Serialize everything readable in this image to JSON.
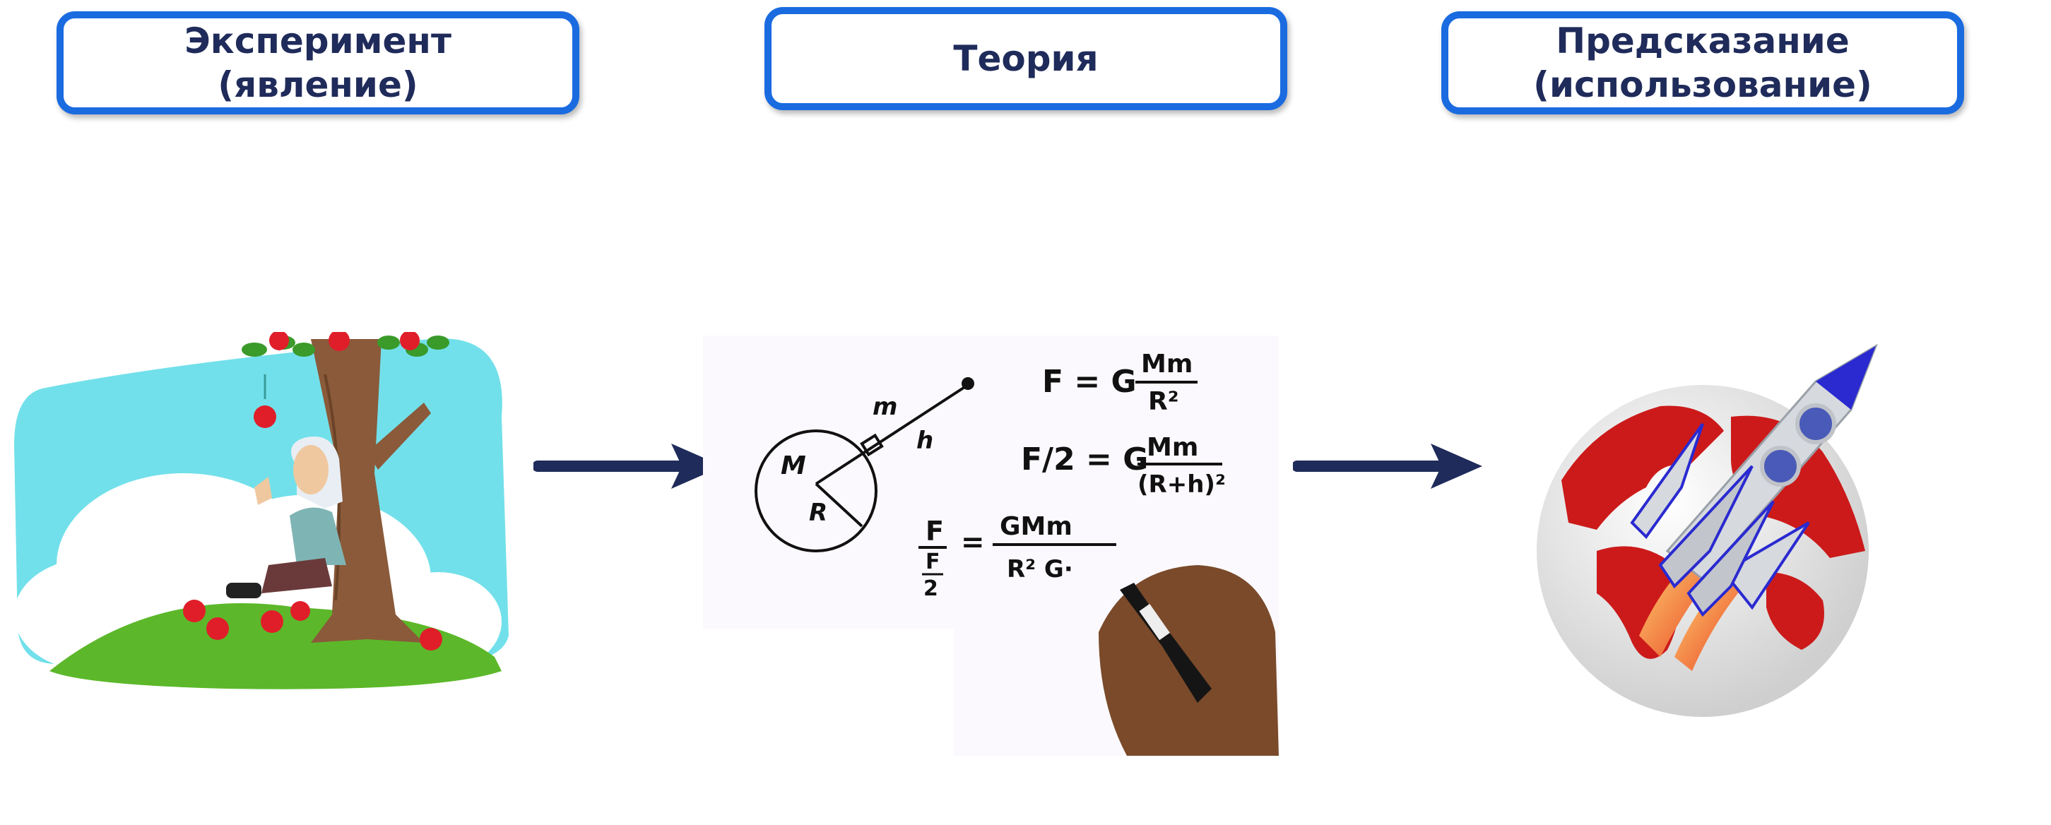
{
  "headers": {
    "experiment": "Эксперимент\n(явление)",
    "theory": "Теория",
    "prediction": "Предсказание\n(использование)"
  },
  "whiteboard": {
    "formula1_lhs": "F = G",
    "formula1_num": "Mm",
    "formula1_den": "R²",
    "formula2_lhs": "F/2 = G",
    "formula2_num": "Mm",
    "formula2_den": "(R+h)²",
    "formula3_num": "GMm",
    "formula3_den": "R² G·",
    "label_M": "M",
    "label_m": "m",
    "label_R": "R",
    "label_h": "h"
  },
  "colors": {
    "header_border": "#1a6be0",
    "header_text": "#1f2b5a",
    "arrow": "#1f2b5a",
    "sky": "#72e0ea",
    "grass": "#5cb82a",
    "globe_red": "#cc1a1a",
    "rocket_blue": "#2a2ad0"
  },
  "icons": [
    "newton-apple-tree-illustration",
    "whiteboard-gravity-formula-illustration",
    "rocket-globe-illustration",
    "arrow-right-icon"
  ]
}
